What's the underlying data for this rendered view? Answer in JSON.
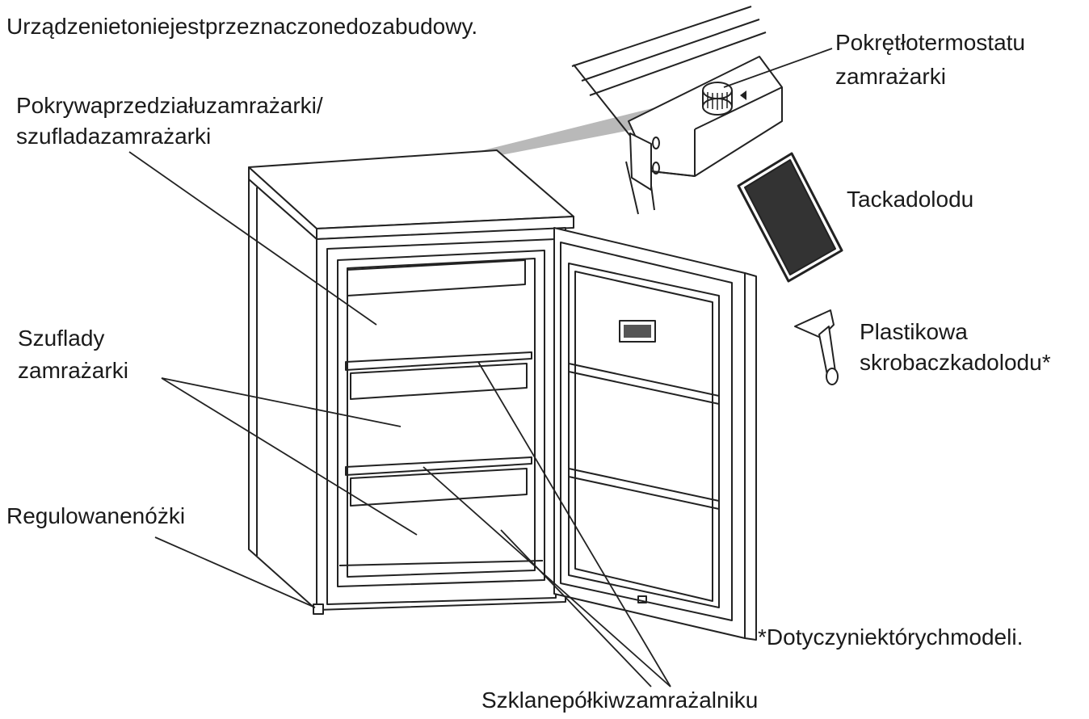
{
  "header": {
    "note": "Urządzenietoniejestprzeznaczonedozabudowy."
  },
  "labels": {
    "lid": [
      "Pokrywaprzedziałuzamrażarki/",
      "szufladazamrażarki"
    ],
    "thermostat": [
      "Pokrętłotermostatu",
      "zamrażarki"
    ],
    "ice_tray": "Tackadolodu",
    "scraper": [
      "Plastikowa",
      "skrobaczkadolodu*"
    ],
    "drawers": [
      "Szuflady",
      "zamrażarki"
    ],
    "feet": "Regulowanenóżki",
    "shelves": "Szklanepółkiwzamrażalniku"
  },
  "footnote": "*Dotyczyniektórychmodeli.",
  "colors": {
    "line": "#222222",
    "text": "#1a1a1a",
    "callout": "#b9b9b9"
  }
}
